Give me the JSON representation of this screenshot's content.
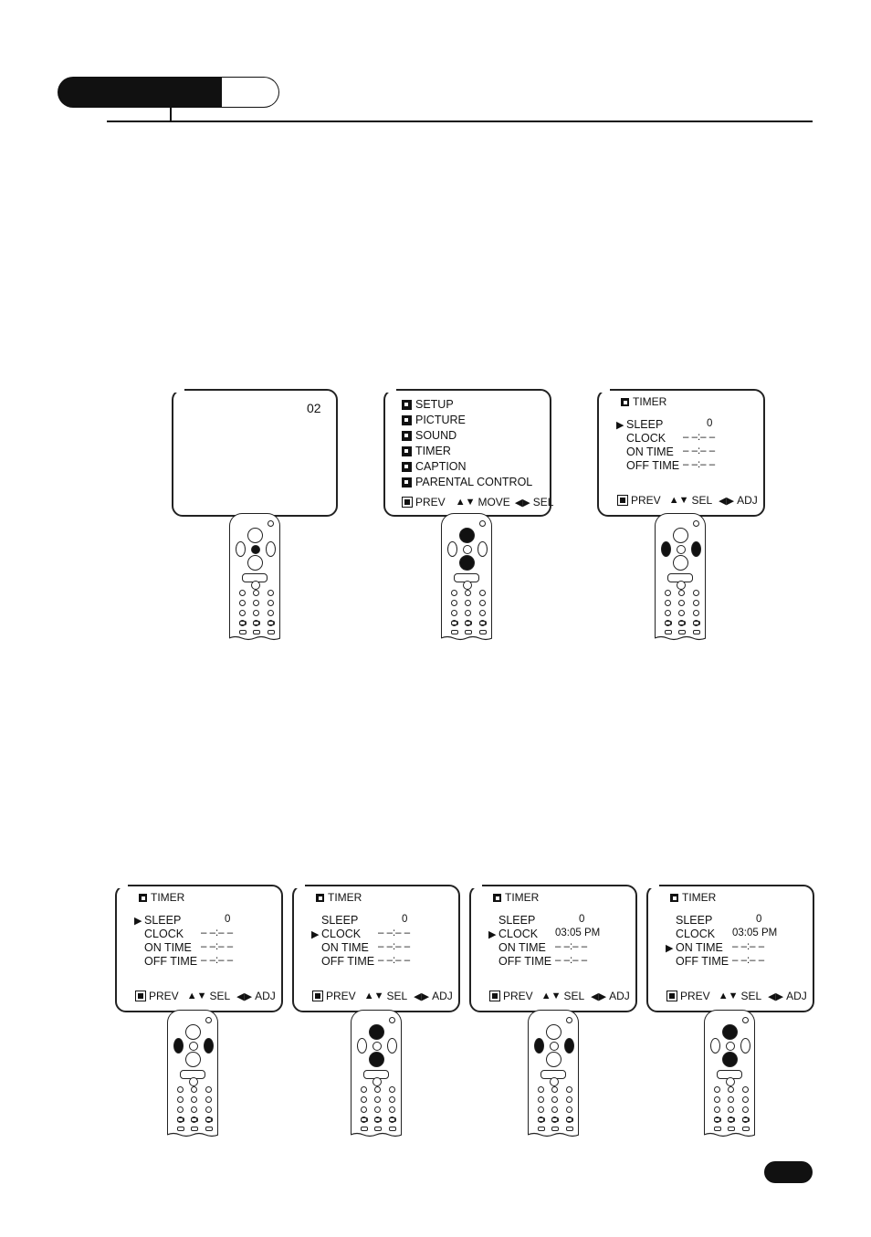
{
  "header": {
    "tab_text": ""
  },
  "fig1": {
    "channel": "02"
  },
  "fig2": {
    "items": [
      {
        "icon": "setup-icon",
        "label": "SETUP"
      },
      {
        "icon": "picture-icon",
        "label": "PICTURE"
      },
      {
        "icon": "sound-icon",
        "label": "SOUND"
      },
      {
        "icon": "timer-icon",
        "label": "TIMER"
      },
      {
        "icon": "caption-icon",
        "label": "CAPTION"
      },
      {
        "icon": "parental-icon",
        "label": "PARENTAL CONTROL"
      }
    ],
    "footer": {
      "prev": "PREV",
      "move": "MOVE",
      "sel": "SEL"
    }
  },
  "timer": {
    "title": "TIMER",
    "labels": [
      "SLEEP",
      "CLOCK",
      "ON TIME",
      "OFF TIME"
    ],
    "footer": {
      "prev": "PREV",
      "sel": "SEL",
      "adj": "ADJ"
    }
  },
  "fig3": {
    "values": [
      "0",
      "– –:– –",
      "– –:– –",
      "– –:– –"
    ],
    "cursor": 0
  },
  "fig4": {
    "values": [
      "0",
      "– –:– –",
      "– –:– –",
      "– –:– –"
    ],
    "cursor": 0
  },
  "fig5": {
    "values": [
      "0",
      "– –:– –",
      "– –:– –",
      "– –:– –"
    ],
    "cursor": 1
  },
  "fig6": {
    "values": [
      "0",
      "03:05 PM",
      "– –:– –",
      "– –:– –"
    ],
    "cursor": 1
  },
  "fig7": {
    "values": [
      "0",
      "03:05 PM",
      "– –:– –",
      "– –:– –"
    ],
    "cursor": 2
  },
  "glyphs": {
    "cursor": "▶",
    "updown": "▲▼",
    "leftright": "◀▶"
  }
}
